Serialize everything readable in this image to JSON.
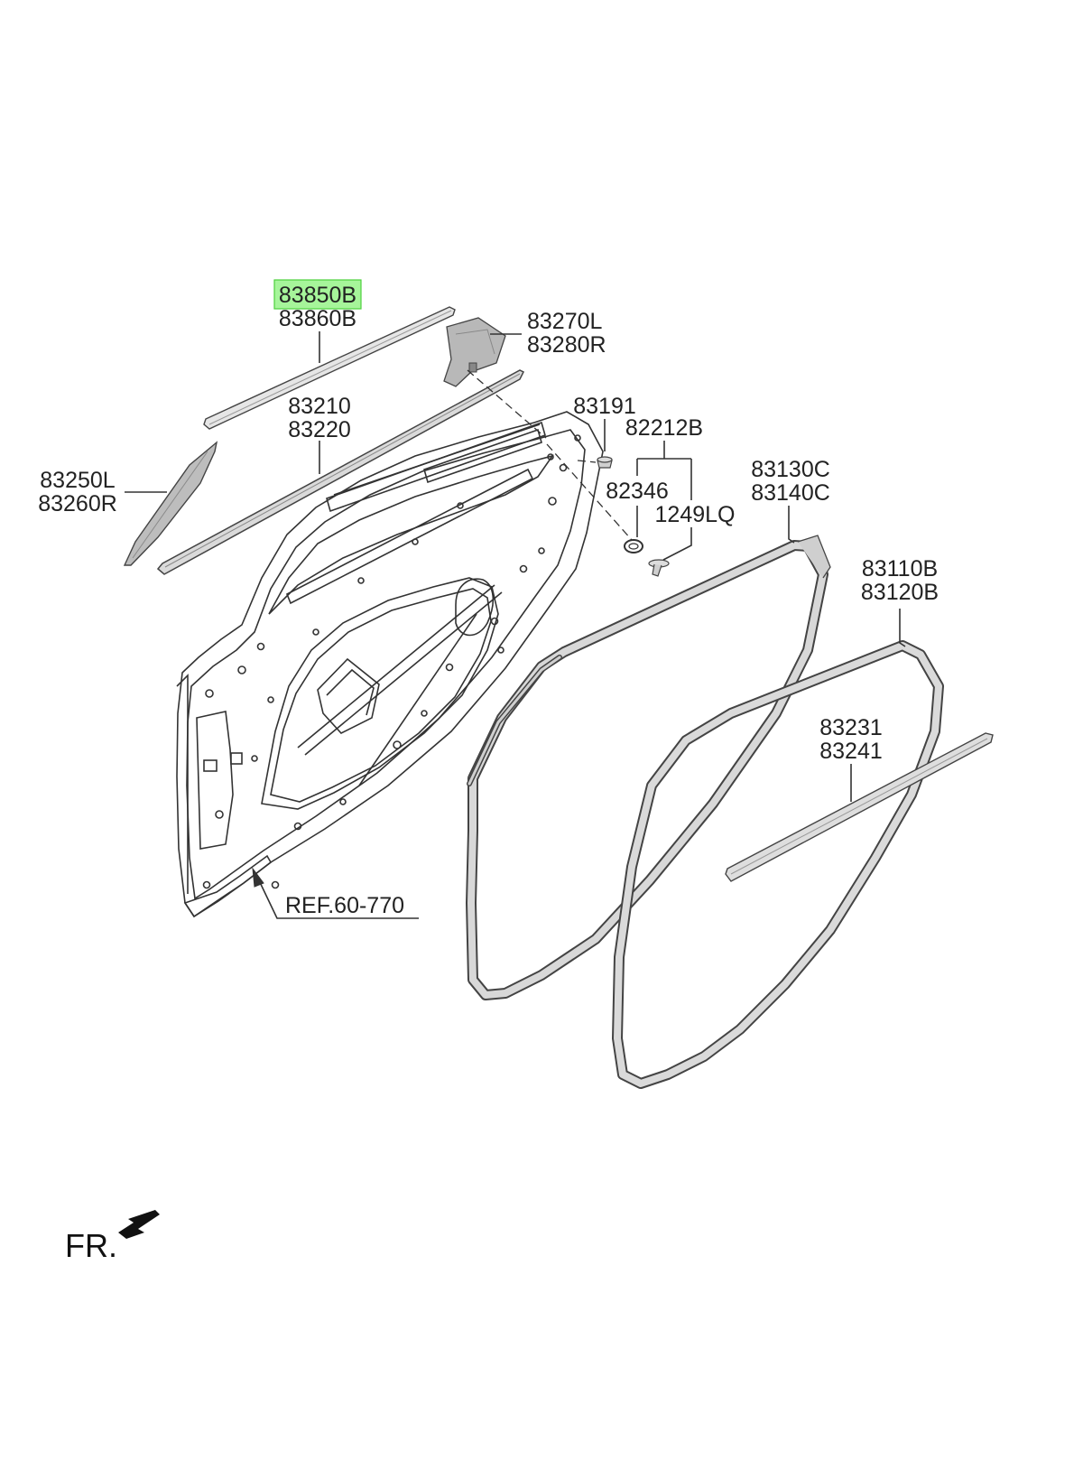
{
  "diagram": {
    "highlight_color": "#a6f59a",
    "parts": [
      {
        "id": "p1",
        "lines": [
          "83850B",
          "83860B"
        ],
        "highlighted_line": 0
      },
      {
        "id": "p2",
        "lines": [
          "83270L",
          "83280R"
        ]
      },
      {
        "id": "p3",
        "lines": [
          "83210",
          "83220"
        ]
      },
      {
        "id": "p4",
        "lines": [
          "83191"
        ]
      },
      {
        "id": "p5",
        "lines": [
          "82212B"
        ]
      },
      {
        "id": "p6",
        "lines": [
          "82346"
        ]
      },
      {
        "id": "p7",
        "lines": [
          "1249LQ"
        ]
      },
      {
        "id": "p8",
        "lines": [
          "83250L",
          "83260R"
        ]
      },
      {
        "id": "p9",
        "lines": [
          "83130C",
          "83140C"
        ]
      },
      {
        "id": "p10",
        "lines": [
          "83110B",
          "83120B"
        ]
      },
      {
        "id": "p11",
        "lines": [
          "83231",
          "83241"
        ]
      },
      {
        "id": "p12",
        "lines": [
          "REF.60-770"
        ]
      }
    ],
    "front_indicator": "FR."
  }
}
